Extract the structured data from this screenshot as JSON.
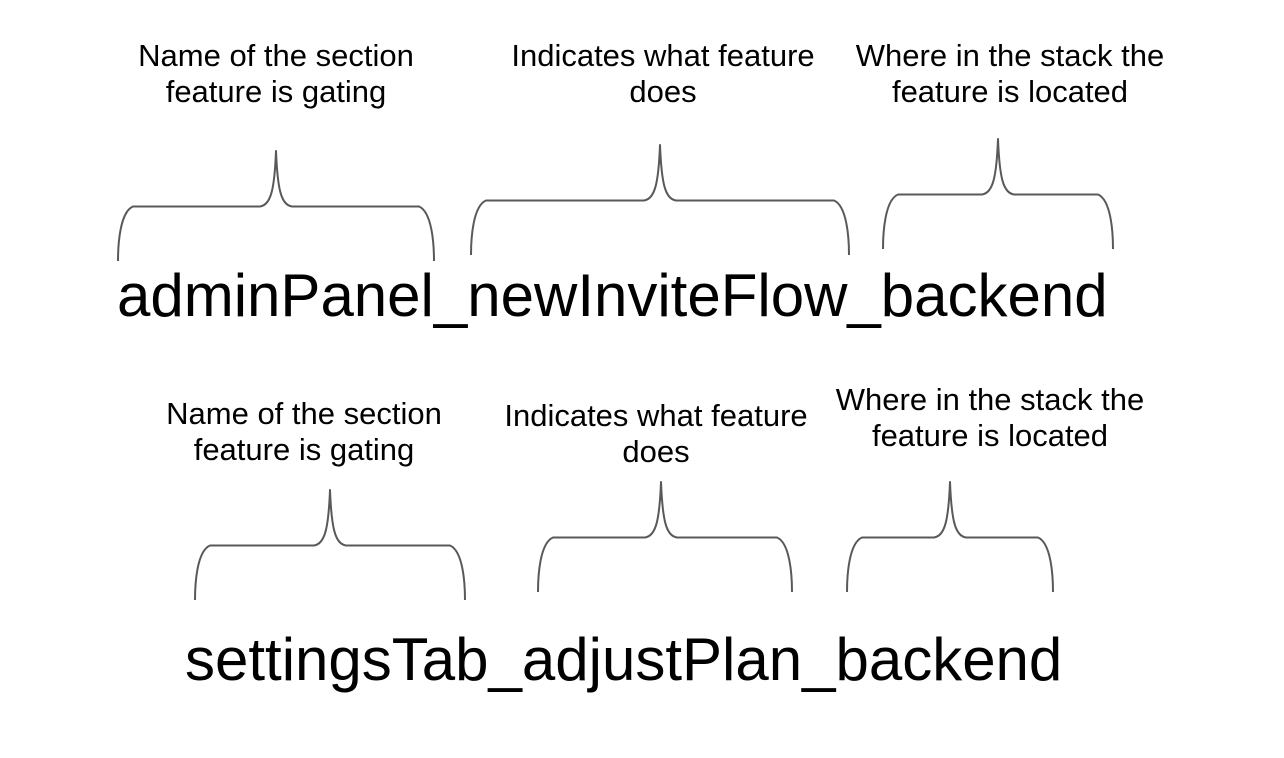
{
  "page": {
    "background": "#ffffff"
  },
  "colors": {
    "text": "#000000",
    "brace_line": "#595959"
  },
  "examples": [
    {
      "flag_name": "adminPanel_newInviteFlow_backend",
      "annotations": [
        {
          "line1": "Name of the section",
          "line2": "feature is gating"
        },
        {
          "line1": "Indicates what feature",
          "line2": "does"
        },
        {
          "line1": "Where in the stack the",
          "line2": "feature is located"
        }
      ]
    },
    {
      "flag_name": "settingsTab_adjustPlan_backend",
      "annotations": [
        {
          "line1": "Name of the section",
          "line2": "feature is gating"
        },
        {
          "line1": "Indicates what feature",
          "line2": "does"
        },
        {
          "line1": "Where in the stack the",
          "line2": "feature is located"
        }
      ]
    }
  ]
}
